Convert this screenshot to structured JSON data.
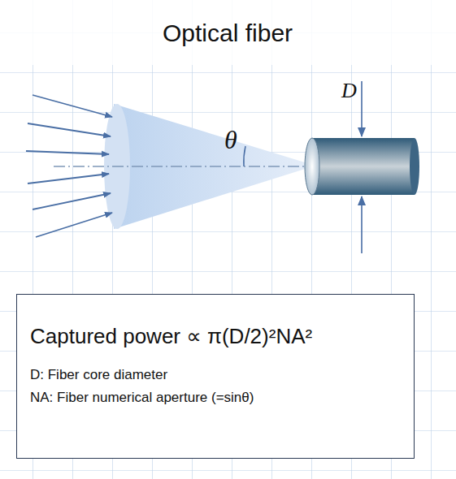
{
  "diagram": {
    "title": "Optical fiber",
    "nodes": [
      {
        "text": [
          "Captured power ∝ π(D/2)²NA²",
          "D: Fiber core diameter",
          "NA: Fiber numerical aperture (=sinθ)"
        ]
      }
    ],
    "labels": [
      "D",
      "θ"
    ]
  }
}
